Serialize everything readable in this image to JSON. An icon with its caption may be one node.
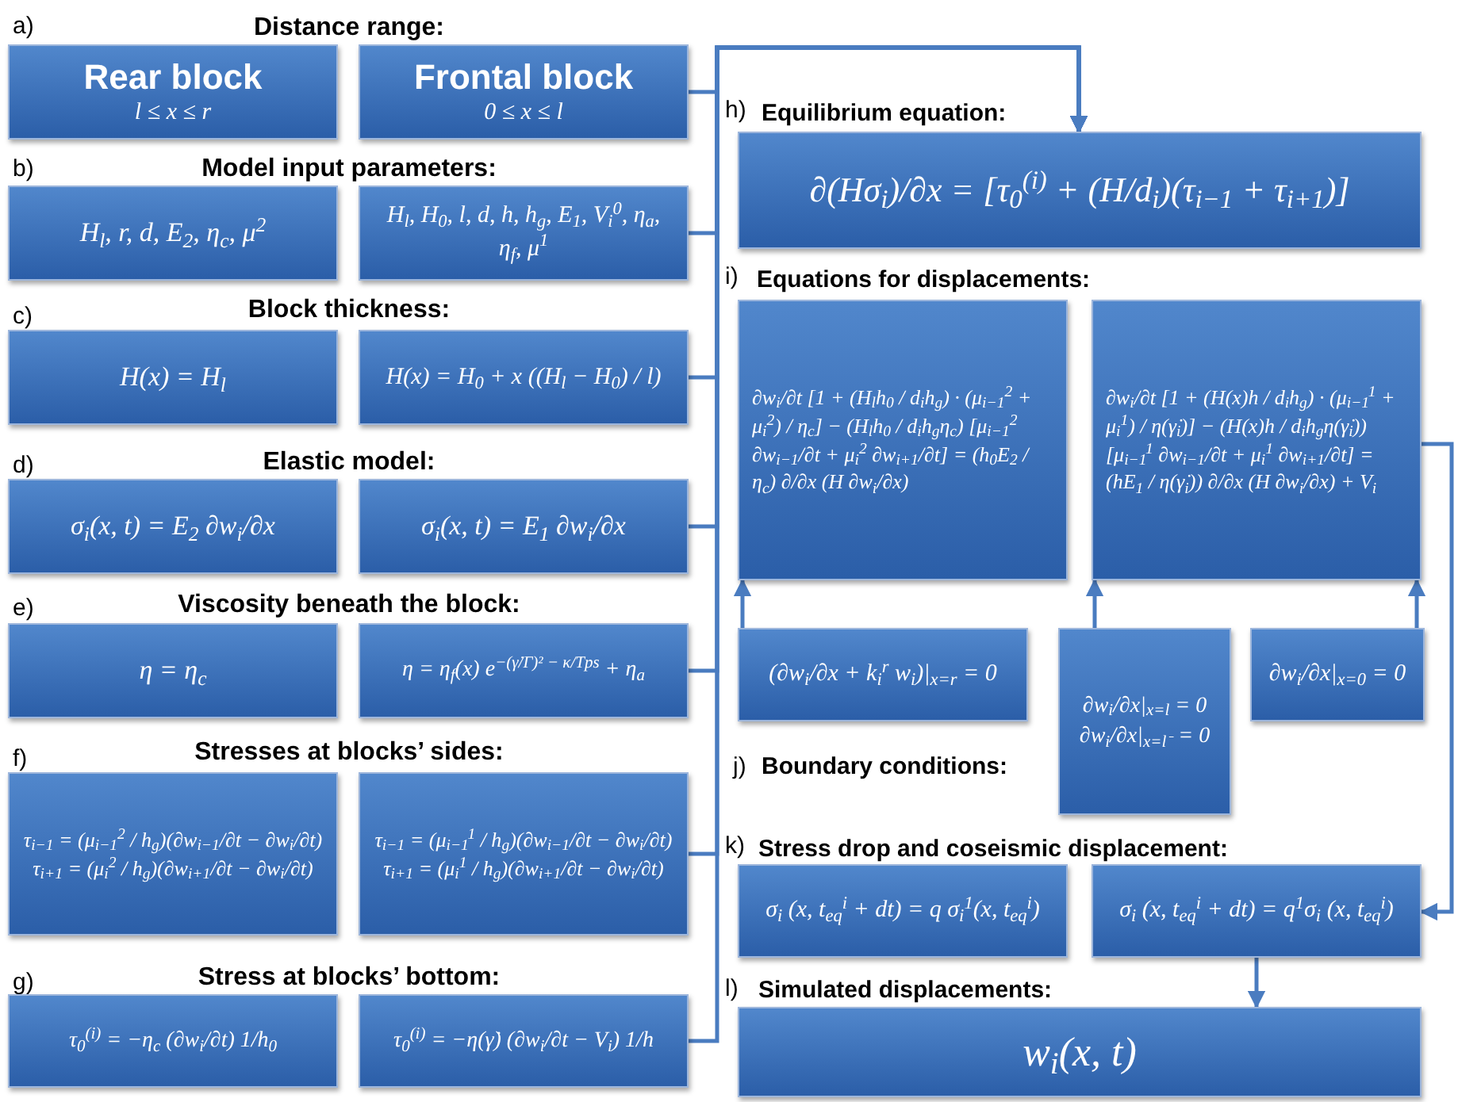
{
  "diagram": {
    "nodes": [
      {
        "text": [
          "Rear block",
          "l ≤ x ≤ r"
        ]
      },
      {
        "text": [
          "Frontal block",
          "0 ≤ x ≤ l"
        ]
      },
      {
        "text": [
          "H$_{l}$, r, d, E$_{2}$, η$_{c}$, μ$^{2}$"
        ]
      },
      {
        "text": [
          "H$_{l}$, H$_{0}$, l, d, h, h$_{g}$, E$_{1}$, V$_{i}$$^{0}$, η$_{a}$, η$_{f}$, μ$^{1}$"
        ]
      },
      {
        "text": [
          "H(x) = H$_{l}$"
        ]
      },
      {
        "text": [
          "H(x) = H$_{0}$ + x ((H$_{l}$ − H$_{0}$) / l)"
        ]
      },
      {
        "text": [
          "σ$_{i}$(x, t) = E$_{2}$ ∂w$_{i}$/∂x"
        ]
      },
      {
        "text": [
          "σ$_{i}$(x, t) = E$_{1}$ ∂w$_{i}$/∂x"
        ]
      },
      {
        "text": [
          "η = η$_{c}$"
        ]
      },
      {
        "text": [
          "η = η$_{f}$(x) e$^{−(γ̇/Γ)² − κ/Tps}$ + η$_{a}$"
        ]
      },
      {
        "text": [
          "τ$_{i−1}$ = (μ$_{i−1}$$^{2}$ / h$_{g}$)(∂w$_{i−1}$/∂t − ∂w$_{i}$/∂t)",
          "τ$_{i+1}$ = (μ$_{i}$$^{2}$ / h$_{g}$)(∂w$_{i+1}$/∂t − ∂w$_{i}$/∂t)"
        ]
      },
      {
        "text": [
          "τ$_{i−1}$ = (μ$_{i−1}$$^{1}$ / h$_{g}$)(∂w$_{i−1}$/∂t − ∂w$_{i}$/∂t)",
          "τ$_{i+1}$ = (μ$_{i}$$^{1}$ / h$_{g}$)(∂w$_{i+1}$/∂t − ∂w$_{i}$/∂t)"
        ]
      },
      {
        "text": [
          "τ$_{0}$$^{(i)}$ = −η$_{c}$ (∂w$_{i}$/∂t) 1/h$_{0}$"
        ]
      },
      {
        "text": [
          "τ$_{0}$$^{(i)}$ = −η(γ̇) (∂w$_{i}$/∂t − V$_{i}$) 1/h"
        ]
      },
      {
        "text": [
          "∂(Hσ$_{i}$)/∂x = [τ$_{0}$$^{(i)}$ + (H/d$_{i}$)(τ$_{i−1}$ + τ$_{i+1}$)]"
        ]
      },
      {
        "text": [
          "∂w$_{i}$/∂t [1 + (H$_{l}$h$_{0}$ / d$_{i}$h$_{g}$) · (μ$_{i−1}$$^{2}$ + μ$_{i}$$^{2}$) / η$_{c}$] − (H$_{l}$h$_{0}$ / d$_{i}$h$_{g}$η$_{c}$) [μ$_{i−1}$$^{2}$ ∂w$_{i−1}$/∂t + μ$_{i}$$^{2}$ ∂w$_{i+1}$/∂t] = (h$_{0}$E$_{2}$ / η$_{c}$) ∂/∂x (H ∂w$_{i}$/∂x)"
        ]
      },
      {
        "text": [
          "∂w$_{i}$/∂t [1 + (H(x)h / d$_{i}$h$_{g}$) · (μ$_{i−1}$$^{1}$ + μ$_{i}$$^{1}$) / η(γ̇$_{i}$)] − (H(x)h / d$_{i}$h$_{g}$η(γ̇$_{i}$)) [μ$_{i−1}$$^{1}$ ∂w$_{i−1}$/∂t + μ$_{i}$$^{1}$ ∂w$_{i+1}$/∂t] = (hE$_{1}$ / η(γ̇$_{i}$)) ∂/∂x (H ∂w$_{i}$/∂x) + V$_{i}$"
        ]
      },
      {
        "text": [
          "(∂w$_{i}$/∂x + k$_{i}$$^{r}$ w$_{i}$)|$_{x=r}$ = 0"
        ]
      },
      {
        "text": [
          "∂w$_{i}$/∂x|$_{x=l}$ = 0",
          "∂w$_{i}$/∂x|$_{x=l⁻}$ = 0"
        ]
      },
      {
        "text": [
          "∂w$_{i}$/∂x|$_{x=0}$ = 0"
        ]
      },
      {
        "text": [
          "σ$_{i}$ (x, t$_{eq}$$^{i}$ + dt) = q σ$_{i}$$^{1}$(x, t$_{eq}$$^{i}$)"
        ]
      },
      {
        "text": [
          "σ$_{i}$ (x, t$_{eq}$$^{i}$ + dt) = q$^{1}$σ$_{i}$ (x, t$_{eq}$$^{i}$)"
        ]
      },
      {
        "text": [
          "w$_{i}$(x, t)"
        ]
      }
    ],
    "edges": [
      {
        "from": 1,
        "to": 14,
        "arrow": "to"
      },
      {
        "from": 3,
        "to": 14,
        "arrow": "to"
      },
      {
        "from": 5,
        "to": 14,
        "arrow": "to"
      },
      {
        "from": 7,
        "to": 14,
        "arrow": "to"
      },
      {
        "from": 9,
        "to": 14,
        "arrow": "to"
      },
      {
        "from": 11,
        "to": 14,
        "arrow": "to"
      },
      {
        "from": 13,
        "to": 14,
        "arrow": "to"
      },
      {
        "from": 17,
        "to": 15,
        "arrow": "to"
      },
      {
        "from": 18,
        "to": 16,
        "arrow": "to"
      },
      {
        "from": 19,
        "to": 16,
        "arrow": "to"
      },
      {
        "from": 16,
        "to": 21,
        "arrow": "to"
      },
      {
        "from": 21,
        "to": 22,
        "arrow": "to"
      }
    ],
    "labels": [
      "a)",
      "Distance range:",
      "b)",
      "Model input parameters:",
      "c)",
      "Block thickness:",
      "d)",
      "Elastic model:",
      "e)",
      "Viscosity beneath the block:",
      "f)",
      "Stresses at blocks’ sides:",
      "g)",
      "Stress at blocks’ bottom:",
      "h)",
      "Equilibrium equation:",
      "i)",
      "Equations for displacements:",
      "j)",
      "Boundary conditions:",
      "k)",
      "Stress drop and coseismic displacement:",
      "l)",
      "Simulated displacements:"
    ]
  }
}
